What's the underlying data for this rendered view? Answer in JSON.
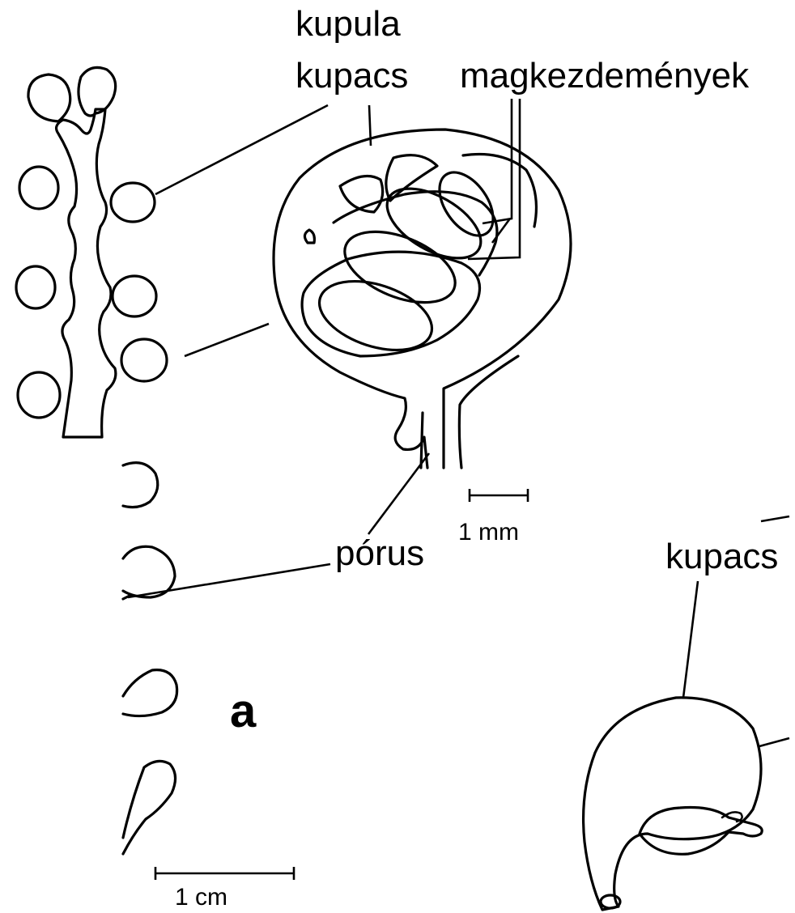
{
  "labels": {
    "kupula": "kupula",
    "kupacs_top": "kupacs",
    "magkezdemenyek": "magkezdemények",
    "porus": "pórus",
    "kupacs_right": "kupacs",
    "panel_letter": "a"
  },
  "scale_bars": {
    "mm": "1 mm",
    "cm": "1 cm"
  },
  "colors": {
    "ink": "#000000",
    "background": "#ffffff",
    "stipple": "#000000"
  }
}
